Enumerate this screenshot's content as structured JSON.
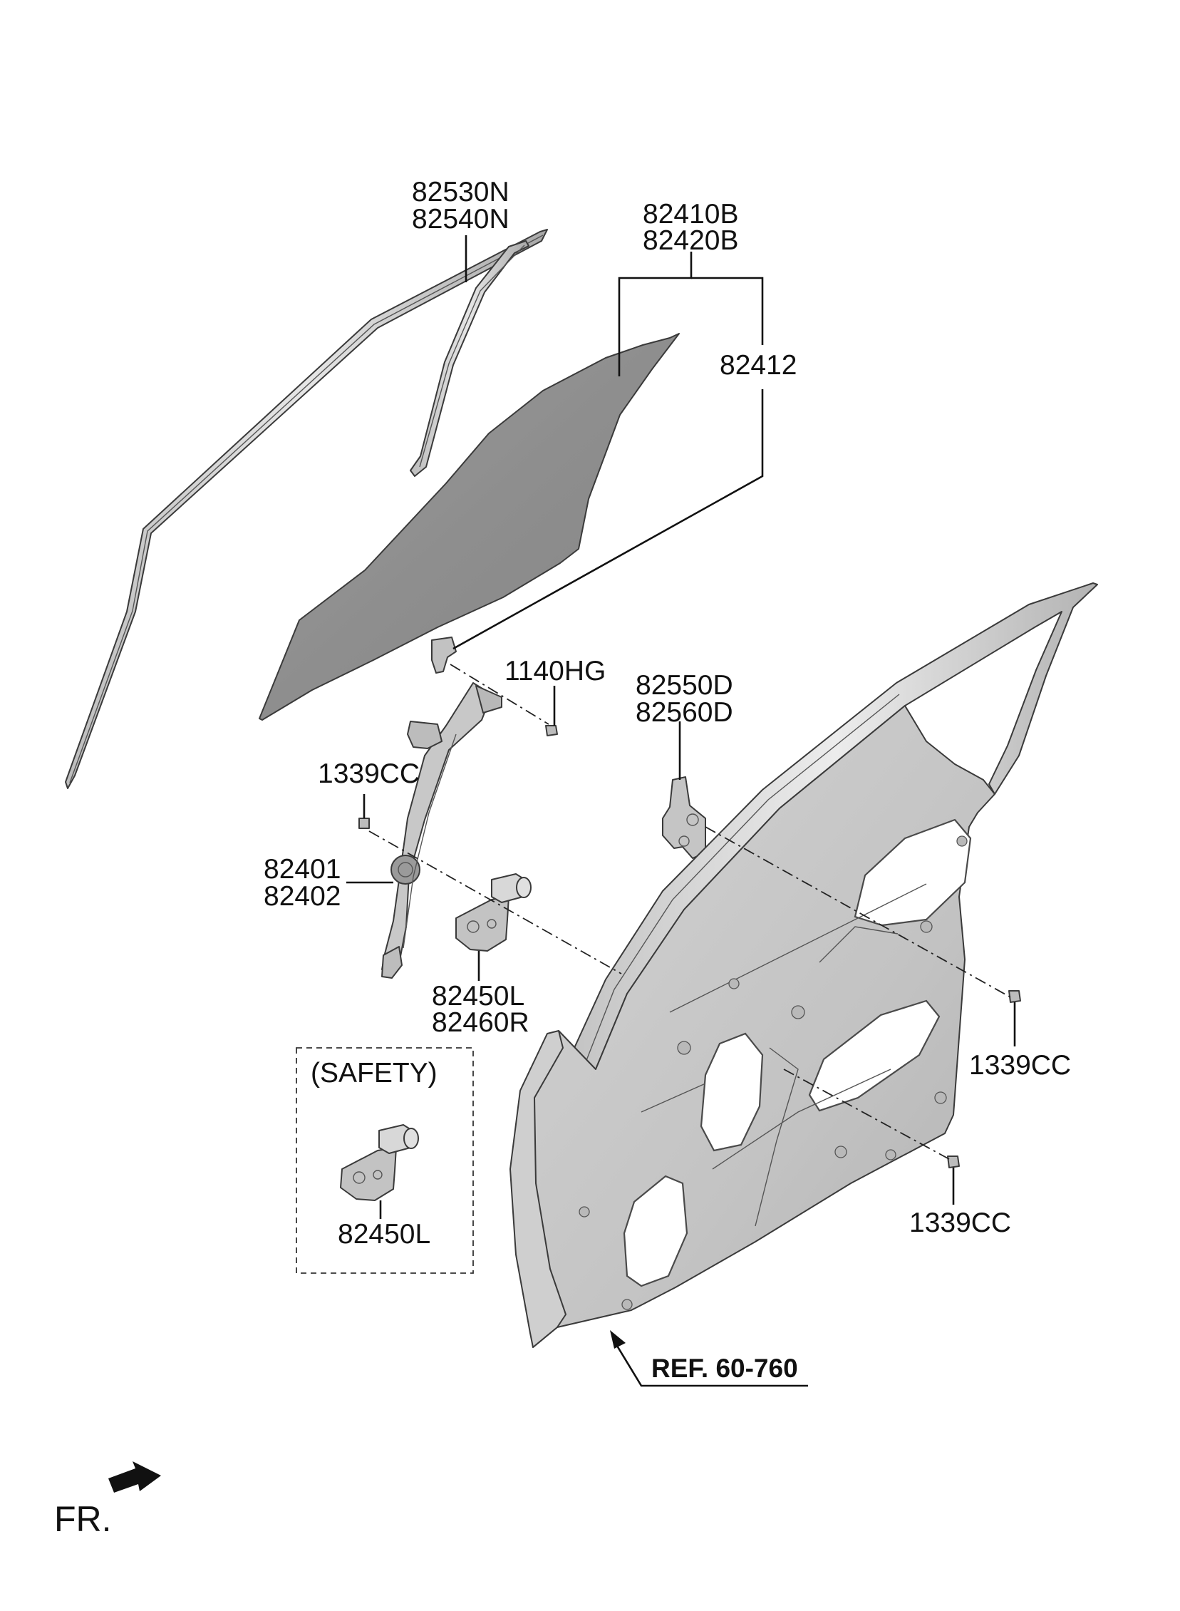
{
  "diagram": {
    "parts": {
      "channel_run": [
        "82530N",
        "82540N"
      ],
      "glass_assembly": [
        "82410B",
        "82420B"
      ],
      "glass": "82412",
      "bolt_top": "1140HG",
      "screw_left": "1339CC",
      "regulator": [
        "82401",
        "82402"
      ],
      "motor": [
        "82450L",
        "82460R"
      ],
      "channel_rear": [
        "82550D",
        "82560D"
      ],
      "screw_right_upper": "1339CC",
      "screw_right_lower": "1339CC",
      "safety_motor": "82450L"
    },
    "safety_label": "(SAFETY)",
    "reference": "REF. 60-760",
    "direction": "FR."
  }
}
